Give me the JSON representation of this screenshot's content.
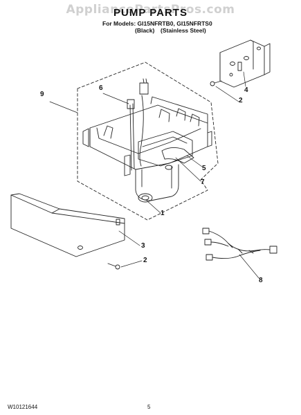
{
  "watermark": "AppliancePartsPros.com",
  "header": {
    "title": "PUMP PARTS",
    "models_line": "For Models: GI15NFRTB0, GI15NFRTS0",
    "variant_black": "(Black)",
    "variant_stainless": "(Stainless Steel)"
  },
  "callouts": {
    "c1": "1",
    "c2_top": "2",
    "c2_bottom": "2",
    "c3": "3",
    "c4": "4",
    "c5": "5",
    "c6": "6",
    "c7": "7",
    "c8": "8",
    "c9": "9"
  },
  "footer": {
    "code": "W10121644",
    "page": "5"
  }
}
